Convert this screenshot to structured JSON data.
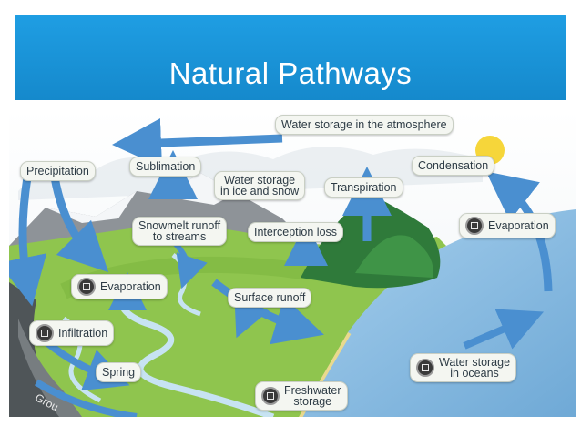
{
  "slide": {
    "title": "Natural Pathways"
  },
  "labels": {
    "atmosphere": "Water storage in the atmosphere",
    "precipitation": "Precipitation",
    "sublimation": "Sublimation",
    "ice_snow_1": "Water storage",
    "ice_snow_2": "in ice and snow",
    "transpiration": "Transpiration",
    "condensation": "Condensation",
    "snowmelt_1": "Snowmelt runoff",
    "snowmelt_2": "to streams",
    "interception": "Interception loss",
    "evaporation_land": "Evaporation",
    "evaporation_sea": "Evaporation",
    "surface_runoff": "Surface runoff",
    "infiltration": "Infiltration",
    "spring": "Spring",
    "freshwater_1": "Freshwater",
    "freshwater_2": "storage",
    "oceans_1": "Water storage",
    "oceans_2": "in oceans",
    "ground": "Grou"
  },
  "colors": {
    "title_bar": "#1a94d8",
    "arrow": "#4a90d0",
    "sea": "#8dbde0",
    "land": "#8bc34a"
  }
}
